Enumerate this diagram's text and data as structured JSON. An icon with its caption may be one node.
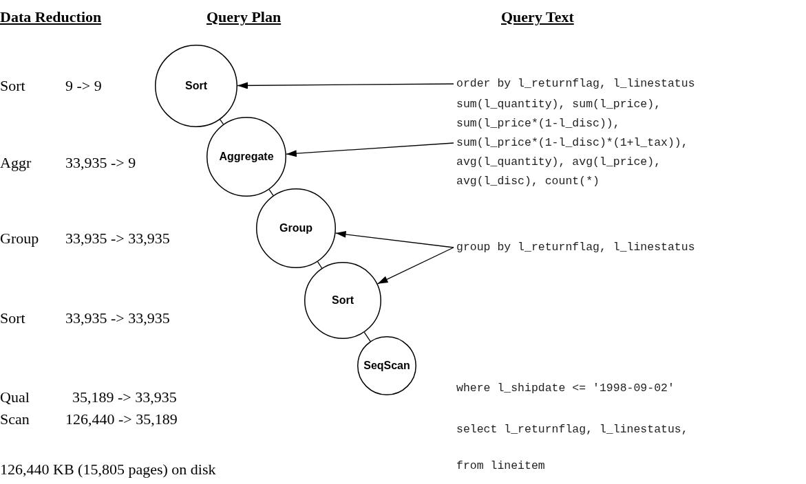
{
  "diagram": {
    "nodes": [
      {
        "text": [
          "Sort"
        ]
      },
      {
        "text": [
          "Aggregate"
        ]
      },
      {
        "text": [
          "Group"
        ]
      },
      {
        "text": [
          "Sort"
        ]
      },
      {
        "text": [
          "SeqScan"
        ]
      },
      {
        "text": [
          "order by l_returnflag, l_linestatus"
        ]
      },
      {
        "text": [
          "sum(l_quantity), sum(l_price), sum(l_price*(1-l_disc)), sum(l_price*(1-l_disc)*(1+l_tax)), avg(l_quantity), avg(l_price), avg(l_disc), count(*)"
        ]
      },
      {
        "text": [
          "group by l_returnflag, l_linestatus"
        ]
      }
    ],
    "edges": [
      {
        "from": 0,
        "to": 1,
        "arrow": "none"
      },
      {
        "from": 1,
        "to": 2,
        "arrow": "none"
      },
      {
        "from": 2,
        "to": 3,
        "arrow": "none"
      },
      {
        "from": 3,
        "to": 4,
        "arrow": "none"
      },
      {
        "from": 5,
        "to": 0,
        "arrow": "to"
      },
      {
        "from": 6,
        "to": 1,
        "arrow": "to"
      },
      {
        "from": 7,
        "to": 2,
        "arrow": "to"
      },
      {
        "from": 7,
        "to": 3,
        "arrow": "to"
      }
    ],
    "labels": [
      "Data Reduction",
      "Query Plan",
      "Query Text",
      "Sort",
      "9 -> 9",
      "Aggr",
      "33,935 -> 9",
      "Group",
      "33,935 -> 33,935",
      "Sort",
      "33,935 -> 33,935",
      "Qual",
      "35,189 -> 33,935",
      "Scan",
      "126,440 -> 35,189",
      "126,440 KB (15,805 pages) on disk",
      "where l_shipdate <= '1998-09-02'",
      "select l_returnflag, l_linestatus,",
      "from lineitem"
    ]
  }
}
